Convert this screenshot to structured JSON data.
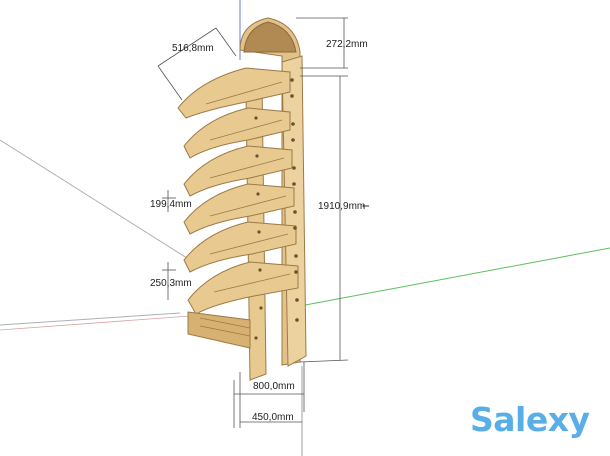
{
  "viewport": {
    "dimensions": {
      "depth": "516,8mm",
      "top_thickness": "272,2mm",
      "height": "1910,9mm",
      "shelf_spacing": "199,4mm",
      "bottom_spacing": "250,3mm",
      "width_outer": "800,0mm",
      "width_inner": "450,0mm"
    },
    "watermark": "Salexy"
  },
  "colors": {
    "wood": "#e8c990",
    "wood_dark": "#d7b172",
    "wood_shadow": "#c9a263",
    "top_arc": "#b08a52",
    "axis_red": "#e57070",
    "axis_green": "#5cbf5c",
    "axis_blue": "#6f7fe0",
    "axis_grey": "#9aa0a6",
    "dim_line": "#555555",
    "watermark": "#5aaee8"
  },
  "icons": {
    "cursor": "move-cursor-icon"
  }
}
